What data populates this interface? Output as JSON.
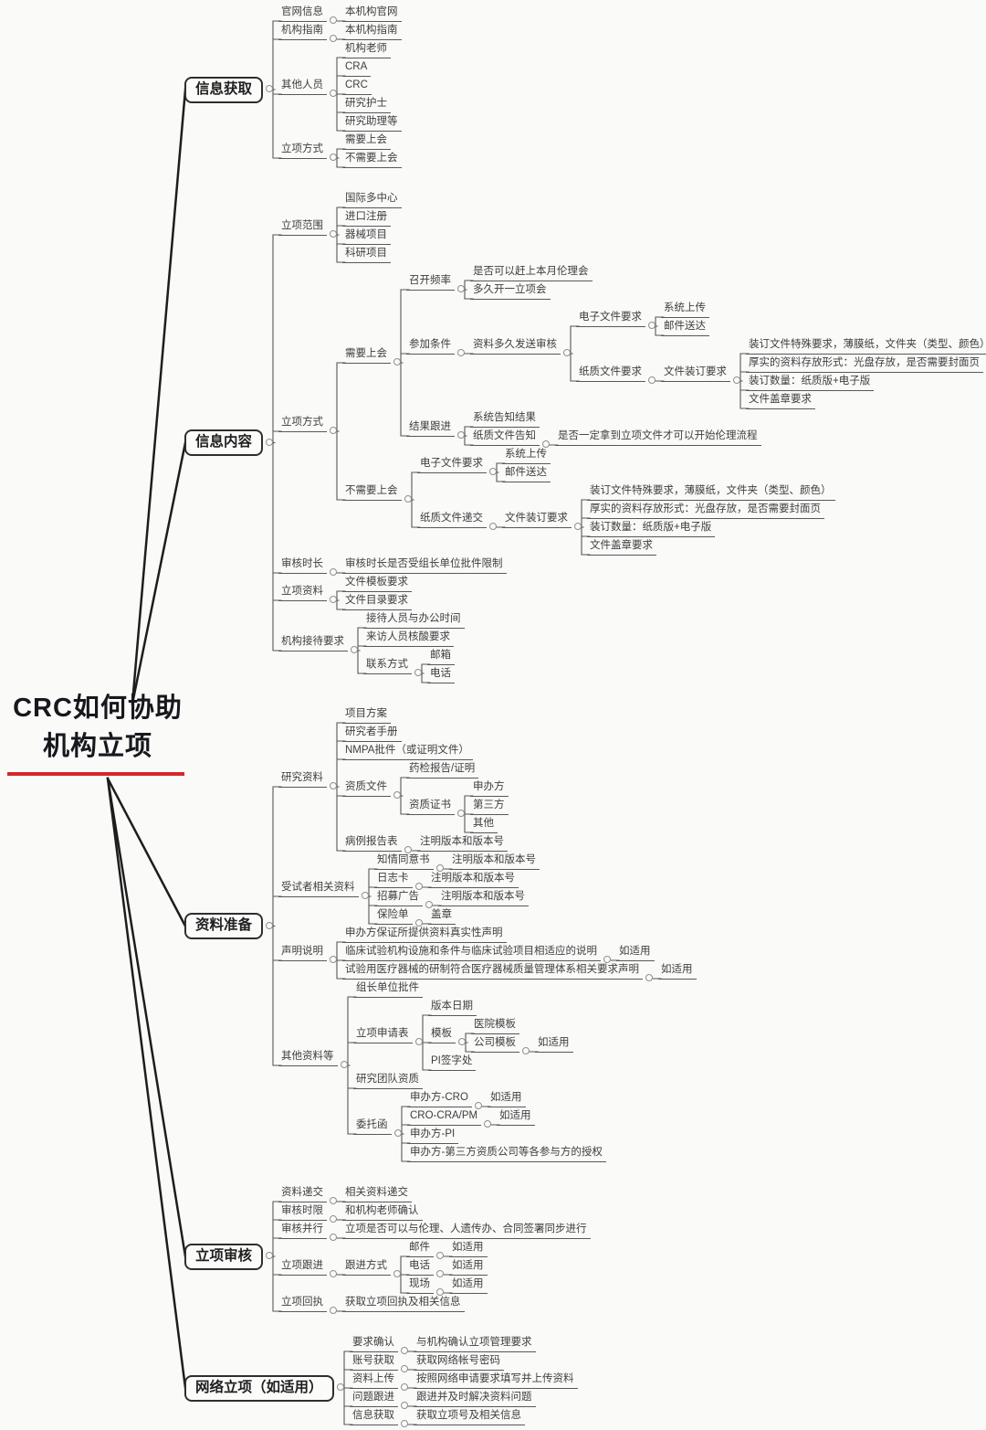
{
  "colors": {
    "accent_red": "#d8252b",
    "edge_line": "#565656",
    "root_connector": "#1d1d1d",
    "text": "#3e3e3e",
    "box_border": "#2e2e2e",
    "background": "#fafaf9"
  },
  "root": {
    "id": "root",
    "label": "CRC如何协助\n机构立项",
    "children": [
      {
        "id": "info-acquisition",
        "label": "信息获取",
        "children": [
          {
            "label": "官网信息",
            "children": [
              {
                "label": "本机构官网"
              }
            ]
          },
          {
            "label": "机构指南",
            "children": [
              {
                "label": "本机构指南"
              }
            ]
          },
          {
            "label": "其他人员",
            "children": [
              {
                "label": "机构老师"
              },
              {
                "label": "CRA"
              },
              {
                "label": "CRC"
              },
              {
                "label": "研究护士"
              },
              {
                "label": "研究助理等"
              }
            ]
          },
          {
            "label": "立项方式",
            "children": [
              {
                "label": "需要上会"
              },
              {
                "label": "不需要上会"
              }
            ]
          }
        ]
      },
      {
        "id": "info-content",
        "label": "信息内容",
        "children": [
          {
            "label": "立项范围",
            "children": [
              {
                "label": "国际多中心"
              },
              {
                "label": "进口注册"
              },
              {
                "label": "器械项目"
              },
              {
                "label": "科研项目"
              }
            ]
          },
          {
            "label": "立项方式",
            "children": [
              {
                "label": "需要上会",
                "children": [
                  {
                    "label": "召开频率",
                    "children": [
                      {
                        "label": "是否可以赶上本月伦理会"
                      },
                      {
                        "label": "多久开一立项会"
                      }
                    ]
                  },
                  {
                    "label": "参加条件",
                    "children": [
                      {
                        "label": "资料多久发送审核",
                        "children": [
                          {
                            "label": "电子文件要求",
                            "children": [
                              {
                                "label": "系统上传"
                              },
                              {
                                "label": "邮件送达"
                              }
                            ]
                          },
                          {
                            "label": "纸质文件要求",
                            "children": [
                              {
                                "label": "文件装订要求",
                                "children": [
                                  {
                                    "label": "装订文件特殊要求，薄膜纸，文件夹（类型、颜色）"
                                  },
                                  {
                                    "label": "厚实的资料存放形式：光盘存放，是否需要封面页"
                                  },
                                  {
                                    "label": "装订数量：纸质版+电子版"
                                  },
                                  {
                                    "label": "文件盖章要求"
                                  }
                                ]
                              }
                            ]
                          }
                        ]
                      }
                    ]
                  },
                  {
                    "label": "结果跟进",
                    "children": [
                      {
                        "label": "系统告知结果"
                      },
                      {
                        "label": "纸质文件告知",
                        "children": [
                          {
                            "label": "是否一定拿到立项文件才可以开始伦理流程"
                          }
                        ]
                      }
                    ]
                  }
                ]
              },
              {
                "label": "不需要上会",
                "children": [
                  {
                    "label": "电子文件要求",
                    "children": [
                      {
                        "label": "系统上传"
                      },
                      {
                        "label": "邮件送达"
                      }
                    ]
                  },
                  {
                    "label": "纸质文件递交",
                    "children": [
                      {
                        "label": "文件装订要求",
                        "children": [
                          {
                            "label": "装订文件特殊要求，薄膜纸，文件夹（类型、颜色）"
                          },
                          {
                            "label": "厚实的资料存放形式：光盘存放，是否需要封面页"
                          },
                          {
                            "label": "装订数量：纸质版+电子版"
                          },
                          {
                            "label": "文件盖章要求"
                          }
                        ]
                      }
                    ]
                  }
                ]
              }
            ]
          },
          {
            "label": "审核时长",
            "children": [
              {
                "label": "审核时长是否受组长单位批件限制"
              }
            ]
          },
          {
            "label": "立项资料",
            "children": [
              {
                "label": "文件模板要求"
              },
              {
                "label": "文件目录要求"
              }
            ]
          },
          {
            "label": "机构接待要求",
            "children": [
              {
                "label": "接待人员与办公时间"
              },
              {
                "label": "来访人员核酸要求"
              },
              {
                "label": "联系方式",
                "children": [
                  {
                    "label": "邮箱"
                  },
                  {
                    "label": "电话"
                  }
                ]
              }
            ]
          }
        ]
      },
      {
        "id": "material-preparation",
        "label": "资料准备",
        "children": [
          {
            "label": "研究资料",
            "children": [
              {
                "label": "项目方案"
              },
              {
                "label": "研究者手册"
              },
              {
                "label": "NMPA批件（或证明文件）"
              },
              {
                "label": "资质文件",
                "children": [
                  {
                    "label": "药检报告/证明"
                  },
                  {
                    "label": "资质证书",
                    "children": [
                      {
                        "label": "申办方"
                      },
                      {
                        "label": "第三方"
                      },
                      {
                        "label": "其他"
                      }
                    ]
                  }
                ]
              },
              {
                "label": "病例报告表",
                "children": [
                  {
                    "label": "注明版本和版本号"
                  }
                ]
              }
            ]
          },
          {
            "label": "受试者相关资料",
            "children": [
              {
                "label": "知情同意书",
                "children": [
                  {
                    "label": "注明版本和版本号"
                  }
                ]
              },
              {
                "label": "日志卡",
                "children": [
                  {
                    "label": "注明版本和版本号"
                  }
                ]
              },
              {
                "label": "招募广告",
                "children": [
                  {
                    "label": "注明版本和版本号"
                  }
                ]
              },
              {
                "label": "保险单",
                "children": [
                  {
                    "label": "盖章"
                  }
                ]
              }
            ]
          },
          {
            "label": "声明说明",
            "children": [
              {
                "label": "申办方保证所提供资料真实性声明"
              },
              {
                "label": "临床试验机构设施和条件与临床试验项目相适应的说明",
                "children": [
                  {
                    "label": "如适用"
                  }
                ]
              },
              {
                "label": "试验用医疗器械的研制符合医疗器械质量管理体系相关要求声明",
                "children": [
                  {
                    "label": "如适用"
                  }
                ]
              }
            ]
          },
          {
            "label": "其他资料等",
            "children": [
              {
                "label": "组长单位批件"
              },
              {
                "label": "立项申请表",
                "children": [
                  {
                    "label": "版本日期"
                  },
                  {
                    "label": "模板",
                    "children": [
                      {
                        "label": "医院模板"
                      },
                      {
                        "label": "公司模板",
                        "children": [
                          {
                            "label": "如适用"
                          }
                        ]
                      }
                    ]
                  },
                  {
                    "label": "PI签字处"
                  }
                ]
              },
              {
                "label": "研究团队资质"
              },
              {
                "label": "委托函",
                "children": [
                  {
                    "label": "申办方-CRO",
                    "children": [
                      {
                        "label": "如适用"
                      }
                    ]
                  },
                  {
                    "label": "CRO-CRA/PM",
                    "children": [
                      {
                        "label": "如适用"
                      }
                    ]
                  },
                  {
                    "label": "申办方-PI"
                  },
                  {
                    "label": "申办方-第三方资质公司等各参与方的授权"
                  }
                ]
              }
            ]
          }
        ]
      },
      {
        "id": "project-review",
        "label": "立项审核",
        "children": [
          {
            "label": "资料递交",
            "children": [
              {
                "label": "相关资料递交"
              }
            ]
          },
          {
            "label": "审核时限",
            "children": [
              {
                "label": "和机构老师确认"
              }
            ]
          },
          {
            "label": "审核并行",
            "children": [
              {
                "label": "立项是否可以与伦理、人遗传办、合同签署同步进行"
              }
            ]
          },
          {
            "label": "立项跟进",
            "children": [
              {
                "label": "跟进方式",
                "children": [
                  {
                    "label": "邮件",
                    "children": [
                      {
                        "label": "如适用"
                      }
                    ]
                  },
                  {
                    "label": "电话",
                    "children": [
                      {
                        "label": "如适用"
                      }
                    ]
                  },
                  {
                    "label": "现场",
                    "children": [
                      {
                        "label": "如适用"
                      }
                    ]
                  }
                ]
              }
            ]
          },
          {
            "label": "立项回执",
            "children": [
              {
                "label": "获取立项回执及相关信息"
              }
            ]
          }
        ]
      },
      {
        "id": "online-initiation",
        "label": "网络立项（如适用）",
        "children": [
          {
            "label": "要求确认",
            "children": [
              {
                "label": "与机构确认立项管理要求"
              }
            ]
          },
          {
            "label": "账号获取",
            "children": [
              {
                "label": "获取网络帐号密码"
              }
            ]
          },
          {
            "label": "资料上传",
            "children": [
              {
                "label": "按照网络申请要求填写并上传资料"
              }
            ]
          },
          {
            "label": "问题跟进",
            "children": [
              {
                "label": "跟进并及时解决资料问题"
              }
            ]
          },
          {
            "label": "信息获取",
            "children": [
              {
                "label": "获取立项号及相关信息"
              }
            ]
          }
        ]
      }
    ]
  }
}
